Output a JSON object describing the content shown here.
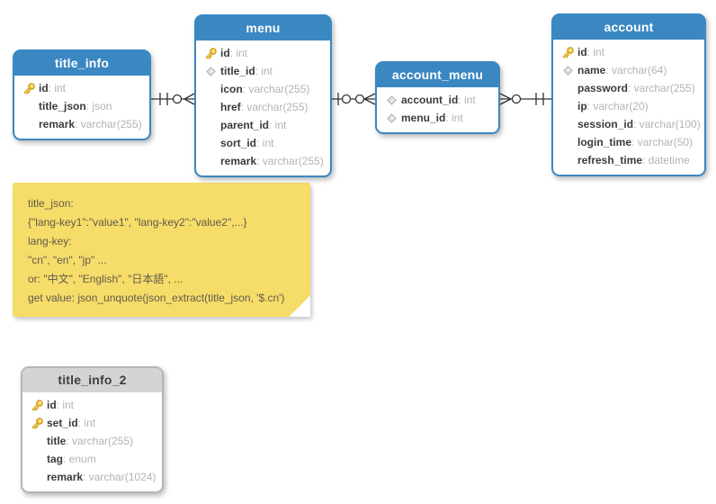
{
  "colors": {
    "table_header_blue": "#3a87c2",
    "table_header_gray": "#d4d4d4",
    "gray_table_border": "#b5b5b5",
    "note_yellow": "#f6dc69",
    "field_name_text": "#3b3b3b",
    "field_type_text": "#b3b3b3",
    "connector_line": "#333333",
    "key_icon_gold": "#f8cf3f",
    "diamond_icon_gray": "#e3e3e3"
  },
  "tables": [
    {
      "id": "title_info",
      "title": "title_info",
      "style": "blue",
      "fields": [
        {
          "name": "id",
          "type": "int",
          "icon": "key"
        },
        {
          "name": "title_json",
          "type": "json",
          "icon": "none"
        },
        {
          "name": "remark",
          "type": "varchar(255)",
          "icon": "none"
        }
      ]
    },
    {
      "id": "menu",
      "title": "menu",
      "style": "blue",
      "fields": [
        {
          "name": "id",
          "type": "int",
          "icon": "key"
        },
        {
          "name": "title_id",
          "type": "int",
          "icon": "diamond"
        },
        {
          "name": "icon",
          "type": "varchar(255)",
          "icon": "none"
        },
        {
          "name": "href",
          "type": "varchar(255)",
          "icon": "none"
        },
        {
          "name": "parent_id",
          "type": "int",
          "icon": "none"
        },
        {
          "name": "sort_id",
          "type": "int",
          "icon": "none"
        },
        {
          "name": "remark",
          "type": "varchar(255)",
          "icon": "none"
        }
      ]
    },
    {
      "id": "account_menu",
      "title": "account_menu",
      "style": "blue",
      "fields": [
        {
          "name": "account_id",
          "type": "int",
          "icon": "diamond"
        },
        {
          "name": "menu_id",
          "type": "int",
          "icon": "diamond"
        }
      ]
    },
    {
      "id": "account",
      "title": "account",
      "style": "blue",
      "fields": [
        {
          "name": "id",
          "type": "int",
          "icon": "key"
        },
        {
          "name": "name",
          "type": "varchar(64)",
          "icon": "diamond"
        },
        {
          "name": "password",
          "type": "varchar(255)",
          "icon": "none"
        },
        {
          "name": "ip",
          "type": "varchar(20)",
          "icon": "none"
        },
        {
          "name": "session_id",
          "type": "varchar(100)",
          "icon": "none"
        },
        {
          "name": "login_time",
          "type": "varchar(50)",
          "icon": "none"
        },
        {
          "name": "refresh_time",
          "type": "datetime",
          "icon": "none"
        }
      ]
    },
    {
      "id": "title_info_2",
      "title": "title_info_2",
      "style": "gray",
      "fields": [
        {
          "name": "id",
          "type": "int",
          "icon": "key"
        },
        {
          "name": "set_id",
          "type": "int",
          "icon": "key"
        },
        {
          "name": "title",
          "type": "varchar(255)",
          "icon": "none"
        },
        {
          "name": "tag",
          "type": "enum",
          "icon": "none"
        },
        {
          "name": "remark",
          "type": "varchar(1024)",
          "icon": "none"
        }
      ]
    }
  ],
  "note": {
    "lines": [
      "title_json:",
      "{\"lang-key1\":\"value1\", \"lang-key2\":\"value2\",...}",
      "lang-key:",
      "\"cn\", \"en\", \"jp\" ...",
      "or: \"中文\", \"English\", \"日本語\", ...",
      "get value: json_unquote(json_extract(title_json, '$.cn')"
    ]
  },
  "relationships": [
    {
      "from": "title_info",
      "to": "menu",
      "from_cardinality": "exactly-one",
      "to_cardinality": "zero-or-many"
    },
    {
      "from": "menu",
      "to": "account_menu",
      "from_cardinality": "zero-or-one",
      "to_cardinality": "zero-or-many"
    },
    {
      "from": "account_menu",
      "to": "account",
      "from_cardinality": "zero-or-many",
      "to_cardinality": "exactly-one"
    }
  ]
}
